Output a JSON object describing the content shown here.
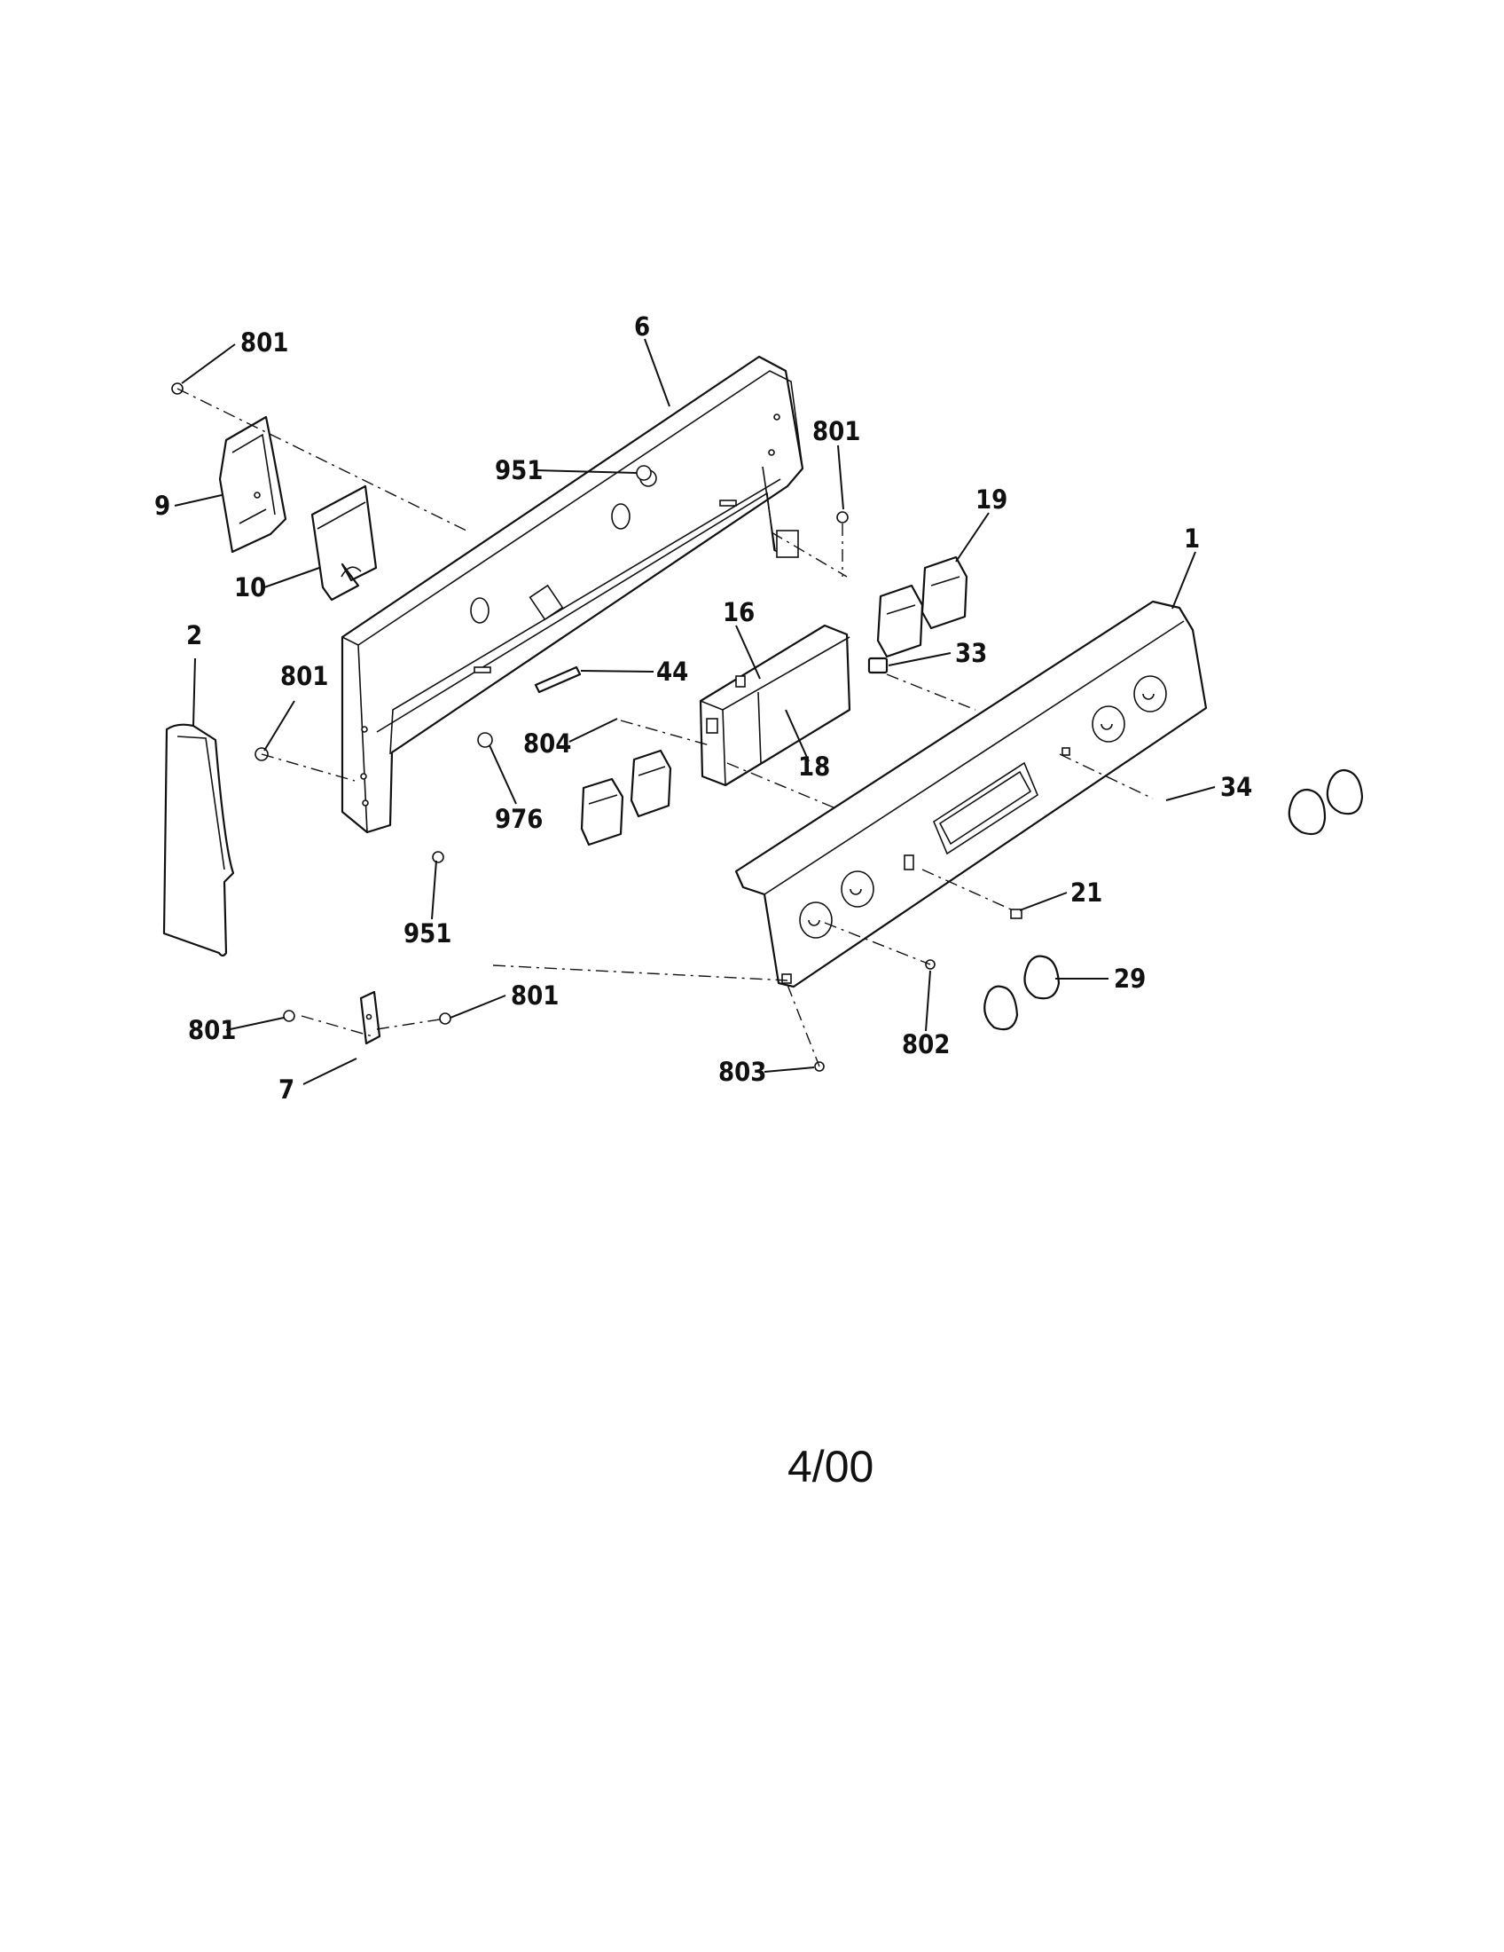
{
  "diagram": {
    "callouts": {
      "c801a": "801",
      "c6": "6",
      "c801b": "801",
      "c951a": "951",
      "c9": "9",
      "c19": "19",
      "c1": "1",
      "c10": "10",
      "c16": "16",
      "c33": "33",
      "c2": "2",
      "c801c": "801",
      "c44": "44",
      "c804": "804",
      "c18": "18",
      "c976": "976",
      "c34": "34",
      "c21": "21",
      "c951b": "951",
      "c29": "29",
      "c801d": "801",
      "c801e": "801",
      "c802": "802",
      "c7": "7",
      "c803": "803"
    },
    "footer_date": "4/00"
  }
}
